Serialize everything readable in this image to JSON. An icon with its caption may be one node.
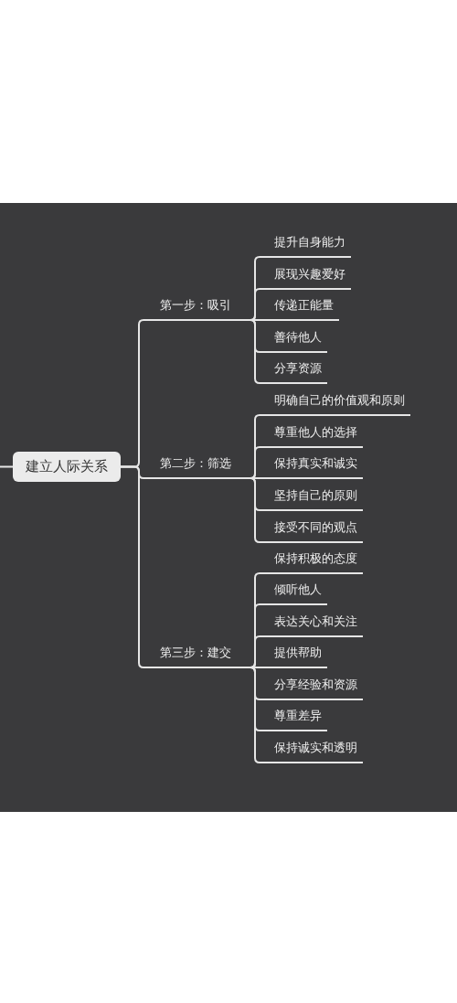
{
  "diagram": {
    "nodes": [
      {
        "text": [
          "建立人际关系"
        ]
      },
      {
        "text": [
          "第一步：吸引"
        ]
      },
      {
        "text": [
          "提升自身能力"
        ]
      },
      {
        "text": [
          "展现兴趣爱好"
        ]
      },
      {
        "text": [
          "传递正能量"
        ]
      },
      {
        "text": [
          "善待他人"
        ]
      },
      {
        "text": [
          "分享资源"
        ]
      },
      {
        "text": [
          "第二步：筛选"
        ]
      },
      {
        "text": [
          "明确自己的价值观和原则"
        ]
      },
      {
        "text": [
          "尊重他人的选择"
        ]
      },
      {
        "text": [
          "保持真实和诚实"
        ]
      },
      {
        "text": [
          "坚持自己的原则"
        ]
      },
      {
        "text": [
          "接受不同的观点"
        ]
      },
      {
        "text": [
          "第三步：建交"
        ]
      },
      {
        "text": [
          "保持积极的态度"
        ]
      },
      {
        "text": [
          "倾听他人"
        ]
      },
      {
        "text": [
          "表达关心和关注"
        ]
      },
      {
        "text": [
          "提供帮助"
        ]
      },
      {
        "text": [
          "分享经验和资源"
        ]
      },
      {
        "text": [
          "尊重差异"
        ]
      },
      {
        "text": [
          "保持诚实和透明"
        ]
      }
    ],
    "edges": [
      {
        "from": null,
        "to": 0,
        "arrow": "none"
      },
      {
        "from": 0,
        "to": 1,
        "arrow": "none"
      },
      {
        "from": 0,
        "to": 7,
        "arrow": "none"
      },
      {
        "from": 0,
        "to": 13,
        "arrow": "none"
      },
      {
        "from": 1,
        "to": 2,
        "arrow": "none"
      },
      {
        "from": 1,
        "to": 3,
        "arrow": "none"
      },
      {
        "from": 1,
        "to": 4,
        "arrow": "none"
      },
      {
        "from": 1,
        "to": 5,
        "arrow": "none"
      },
      {
        "from": 1,
        "to": 6,
        "arrow": "none"
      },
      {
        "from": 7,
        "to": 8,
        "arrow": "none"
      },
      {
        "from": 7,
        "to": 9,
        "arrow": "none"
      },
      {
        "from": 7,
        "to": 10,
        "arrow": "none"
      },
      {
        "from": 7,
        "to": 11,
        "arrow": "none"
      },
      {
        "from": 7,
        "to": 12,
        "arrow": "none"
      },
      {
        "from": 13,
        "to": 14,
        "arrow": "none"
      },
      {
        "from": 13,
        "to": 15,
        "arrow": "none"
      },
      {
        "from": 13,
        "to": 16,
        "arrow": "none"
      },
      {
        "from": 13,
        "to": 17,
        "arrow": "none"
      },
      {
        "from": 13,
        "to": 18,
        "arrow": "none"
      },
      {
        "from": 13,
        "to": 19,
        "arrow": "none"
      },
      {
        "from": 13,
        "to": 20,
        "arrow": "none"
      }
    ]
  }
}
